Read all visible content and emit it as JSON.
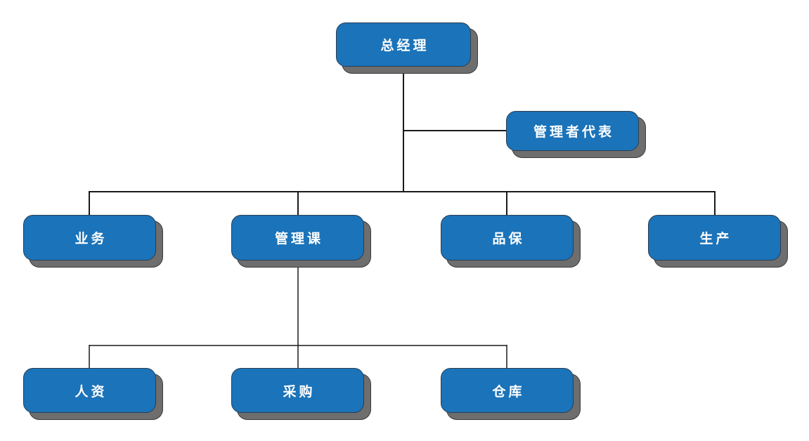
{
  "diagram": {
    "type": "org-chart",
    "title": "",
    "nodes": [
      {
        "id": "general-manager",
        "label": "总经理",
        "level": 1
      },
      {
        "id": "management-representative",
        "label": "管理者代表",
        "level": 1.5
      },
      {
        "id": "business",
        "label": "业务",
        "level": 2
      },
      {
        "id": "management-section",
        "label": "管理课",
        "level": 2
      },
      {
        "id": "quality-assurance",
        "label": "品保",
        "level": 2
      },
      {
        "id": "production",
        "label": "生产",
        "level": 2
      },
      {
        "id": "human-resources",
        "label": "人资",
        "level": 3
      },
      {
        "id": "procurement",
        "label": "采购",
        "level": 3
      },
      {
        "id": "warehouse",
        "label": "仓库",
        "level": 3
      }
    ],
    "edges": [
      {
        "from": "总经理",
        "to": "管理者代表"
      },
      {
        "from": "总经理",
        "to": "业务"
      },
      {
        "from": "总经理",
        "to": "管理课"
      },
      {
        "from": "总经理",
        "to": "品保"
      },
      {
        "from": "总经理",
        "to": "生产"
      },
      {
        "from": "管理课",
        "to": "人资"
      },
      {
        "from": "管理课",
        "to": "采购"
      },
      {
        "from": "管理课",
        "to": "仓库"
      }
    ],
    "colors": {
      "node_fill": "#1b73b9",
      "node_shadow": "#6e6e6e",
      "node_text": "#ffffff",
      "connector_line": "#1a1a1a",
      "background": "#ffffff"
    }
  }
}
